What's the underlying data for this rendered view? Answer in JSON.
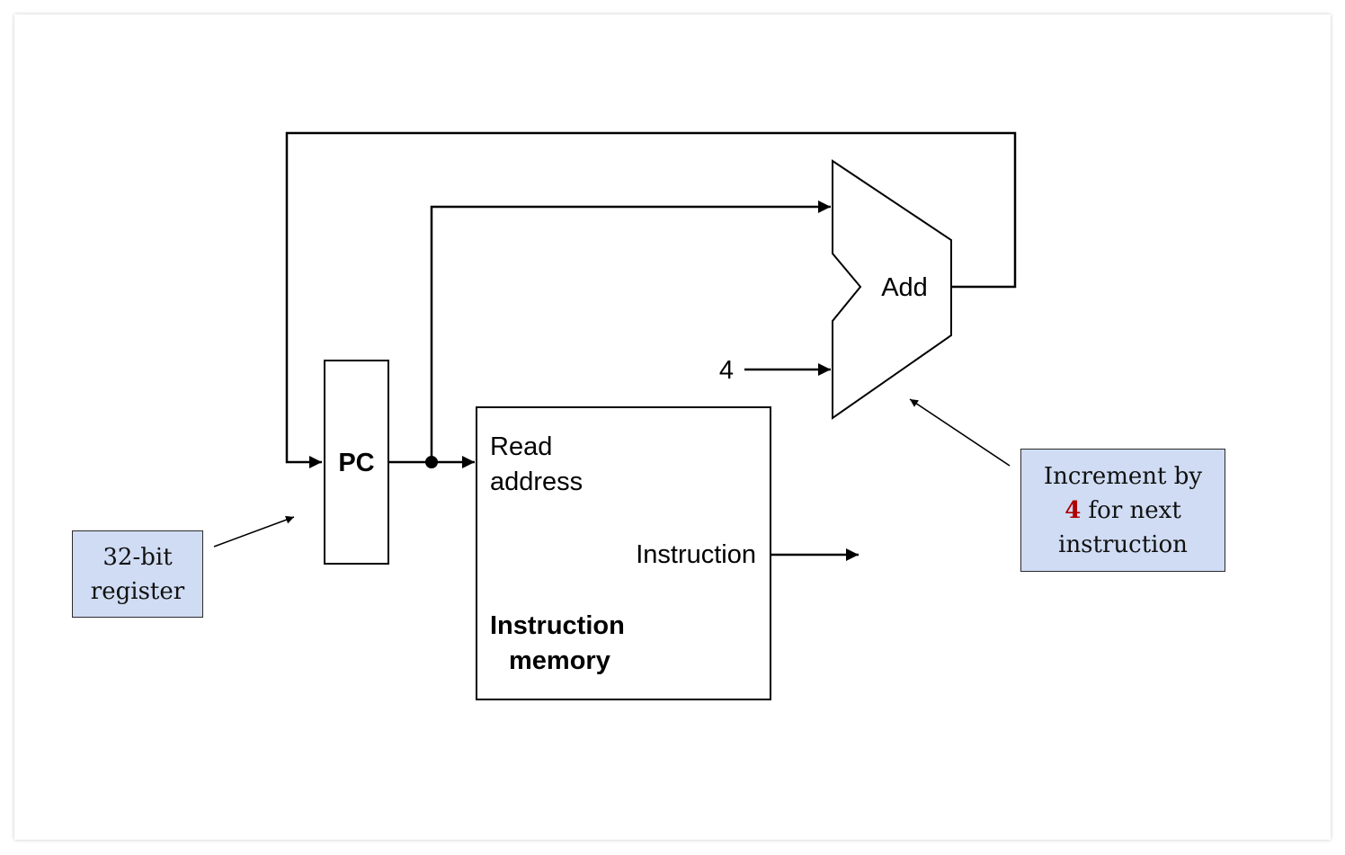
{
  "diagram": {
    "pc_label": "PC",
    "adder_label": "Add",
    "constant_label": "4",
    "memory": {
      "read_address_line1": "Read",
      "read_address_line2": "address",
      "output_label": "Instruction",
      "title_line1": "Instruction",
      "title_line2": "memory"
    }
  },
  "callouts": {
    "register": {
      "line1": "32-bit",
      "line2": "register"
    },
    "increment": {
      "line1": "Increment by",
      "highlight": "4",
      "line2_rest": " for next",
      "line3": "instruction"
    }
  },
  "colors": {
    "callout_fill": "#cfdcf3",
    "highlight": "#b00000",
    "wire": "#000000"
  }
}
